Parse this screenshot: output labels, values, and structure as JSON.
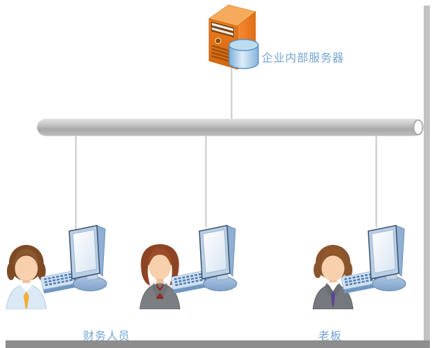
{
  "colors": {
    "label_text": "#74a3d4",
    "bus_pipe": "#b5b5b5",
    "server_orange": "#ef7d22",
    "database_blue": "#9cc4e4",
    "connector_line": "#c9c9c9",
    "shadow_right": "#c2c2c2",
    "shadow_bottom": "#8d8d8d"
  },
  "server": {
    "label": "企业内部服务器",
    "icon": "server-tower-with-database-icon"
  },
  "bus": {
    "name": "network-bus-pipe"
  },
  "nodes": [
    {
      "id": "finance-staff",
      "label": "财务人员",
      "icons": [
        "person-icon",
        "keyboard-icon",
        "monitor-icon"
      ]
    },
    {
      "id": "node-2",
      "label": "",
      "icons": [
        "person-icon",
        "keyboard-icon",
        "monitor-icon"
      ]
    },
    {
      "id": "boss",
      "label": "老板",
      "icons": [
        "person-icon",
        "keyboard-icon",
        "monitor-icon"
      ]
    }
  ]
}
